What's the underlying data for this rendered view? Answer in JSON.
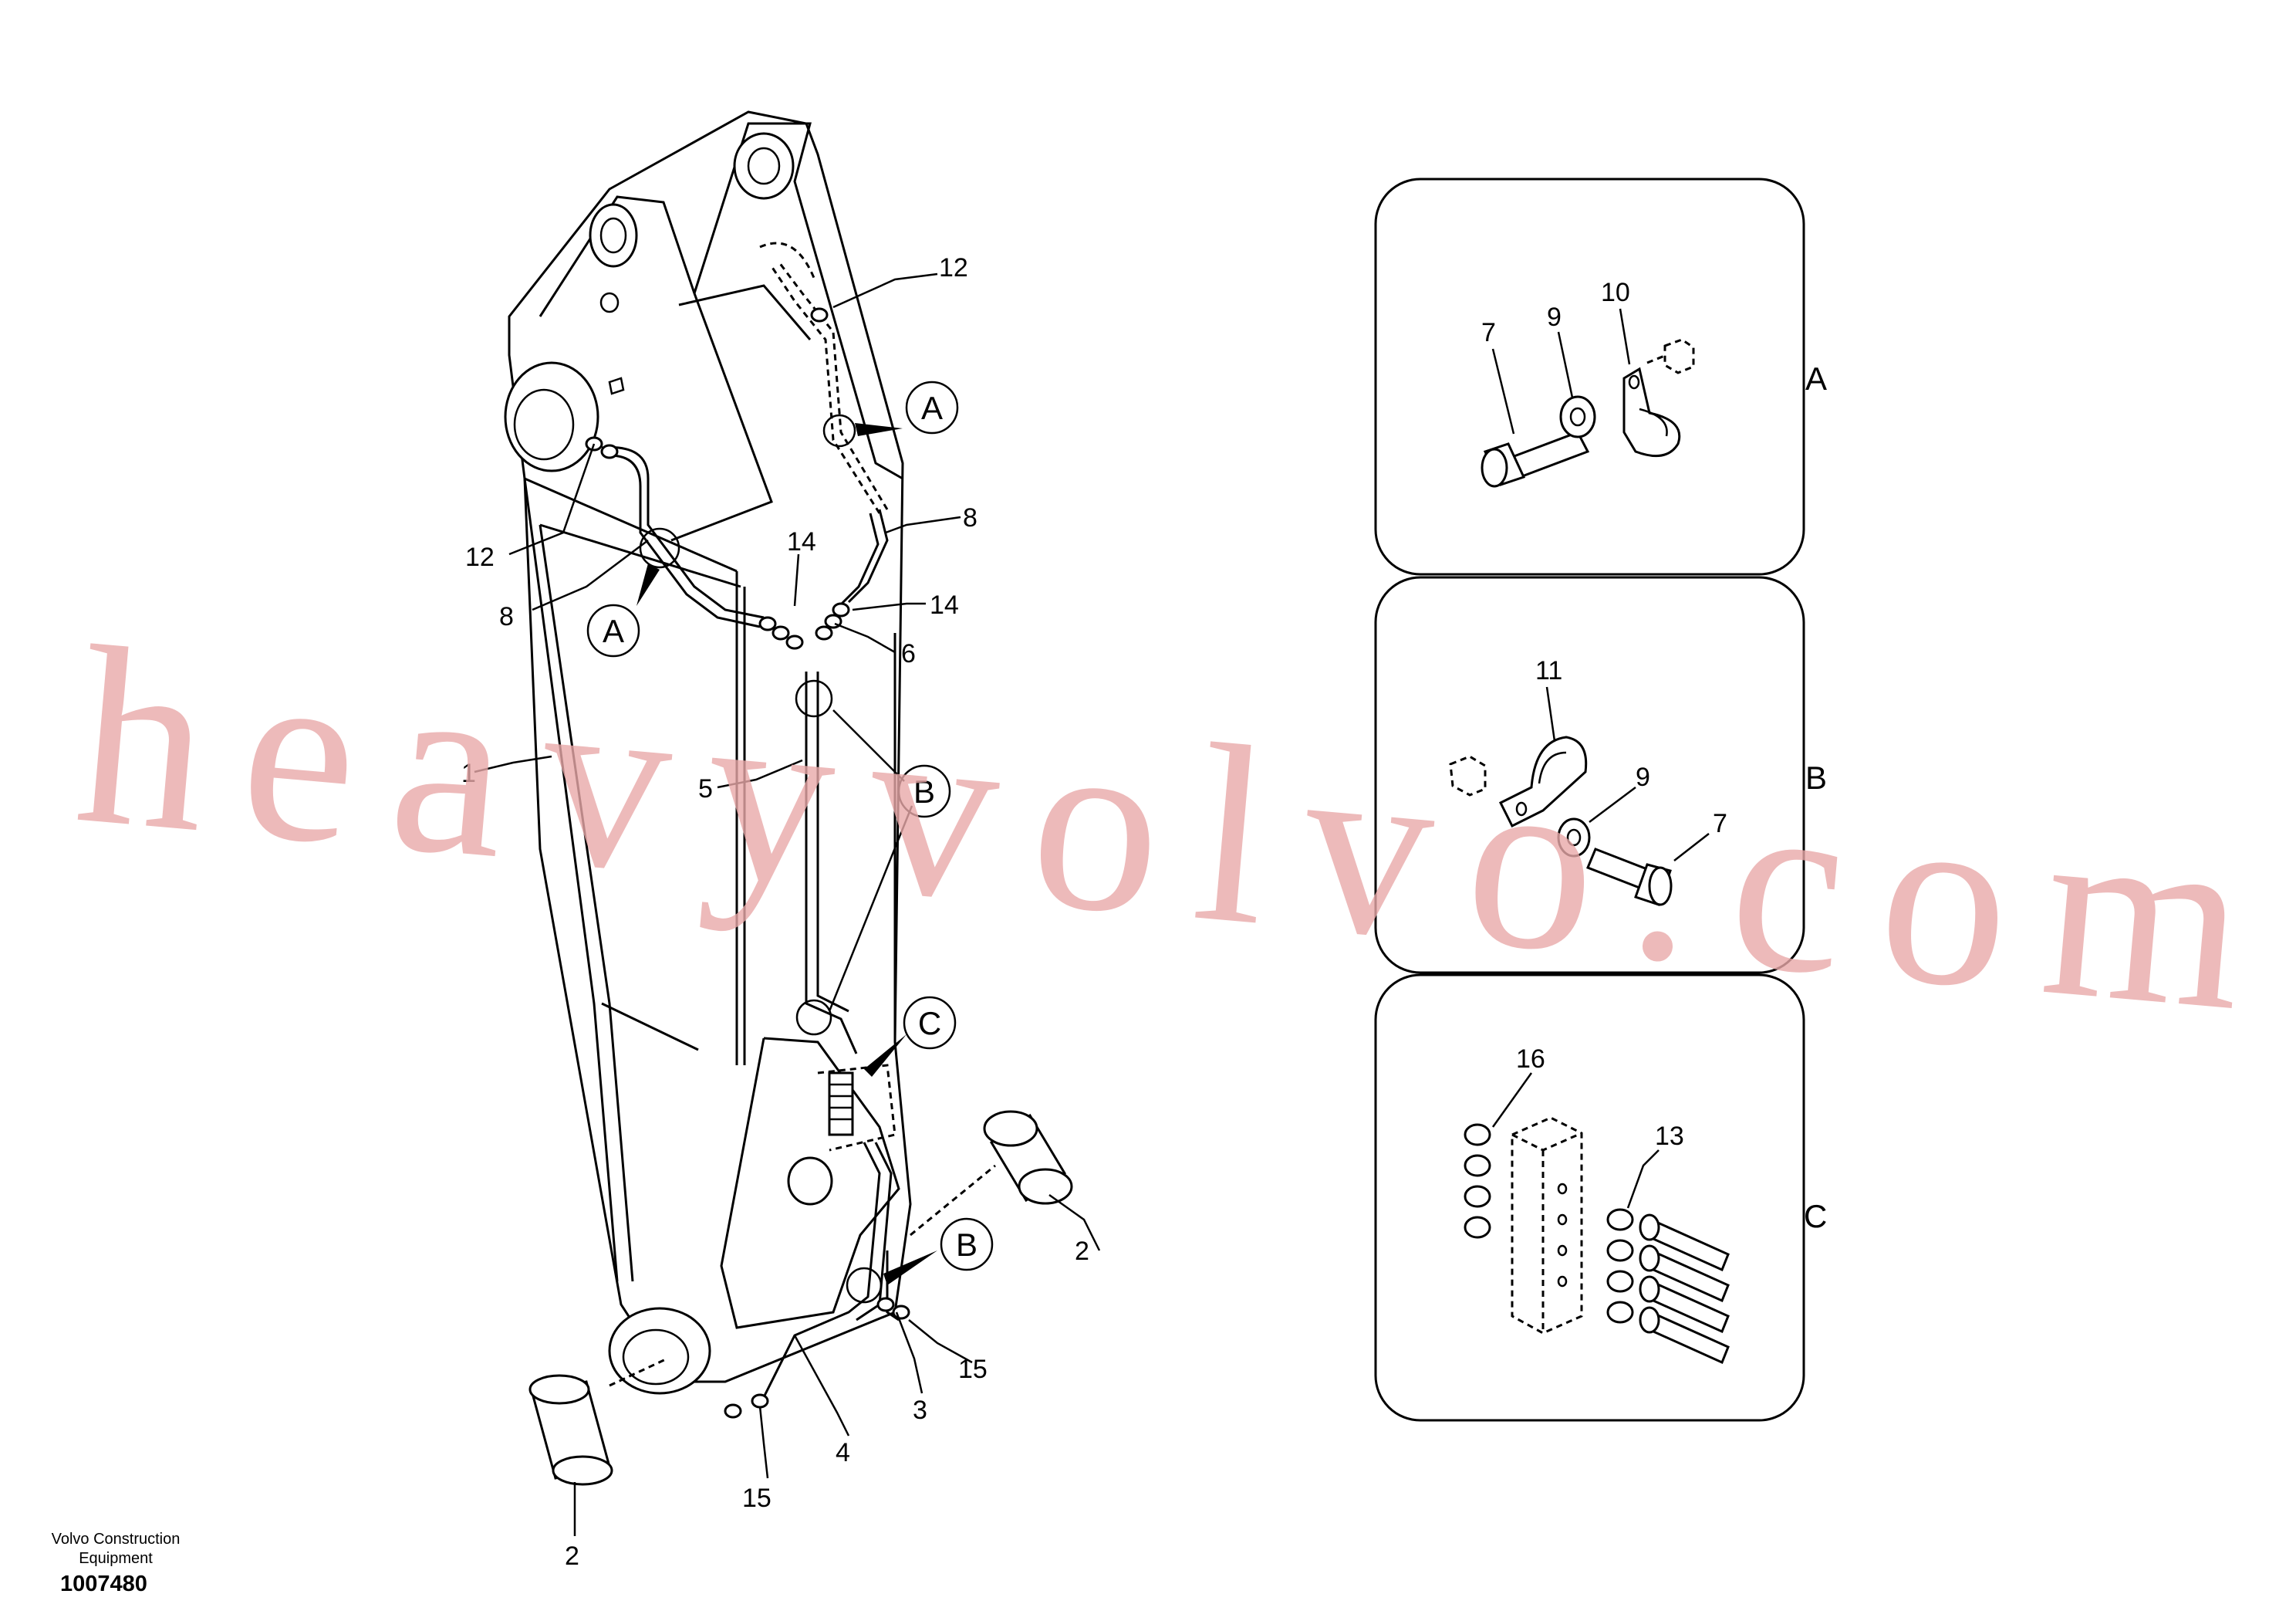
{
  "callouts": {
    "c1": "1",
    "c2a": "2",
    "c2b": "2",
    "c3": "3",
    "c4": "4",
    "c5": "5",
    "c6": "6",
    "c8a": "8",
    "c8b": "8",
    "c12a": "12",
    "c12b": "12",
    "c14a": "14",
    "c14b": "14",
    "c15a": "15",
    "c15b": "15"
  },
  "markers": {
    "a_upper": "A",
    "a_lower": "A",
    "b_upper": "B",
    "b_lower": "B",
    "c_main": "C"
  },
  "detail_a": {
    "letter": "A",
    "p7": "7",
    "p9": "9",
    "p10": "10"
  },
  "detail_b": {
    "letter": "B",
    "p11": "11",
    "p9": "9",
    "p7": "7"
  },
  "detail_c": {
    "letter": "C",
    "p16": "16",
    "p13": "13"
  },
  "watermark": "heavyvolvo.com",
  "footer": {
    "brand_line1": "Volvo Construction",
    "brand_line2": "Equipment",
    "drawing_number": "1007480"
  }
}
